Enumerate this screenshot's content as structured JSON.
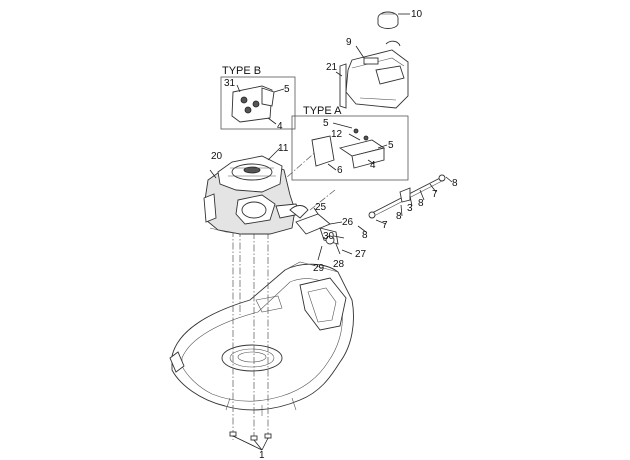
{
  "type_b": {
    "title": "TYPE B"
  },
  "type_a": {
    "title": "TYPE A"
  },
  "callouts": {
    "c1": "1",
    "c3": "3",
    "c4": "4",
    "c5": "5",
    "c6": "6",
    "c7": "7",
    "c8": "8",
    "c9": "9",
    "c10": "10",
    "c11": "11",
    "c12": "12",
    "c20": "20",
    "c21": "21",
    "c25": "25",
    "c26": "26",
    "c27": "27",
    "c28": "28",
    "c29": "29",
    "c30": "30",
    "c31": "31"
  }
}
